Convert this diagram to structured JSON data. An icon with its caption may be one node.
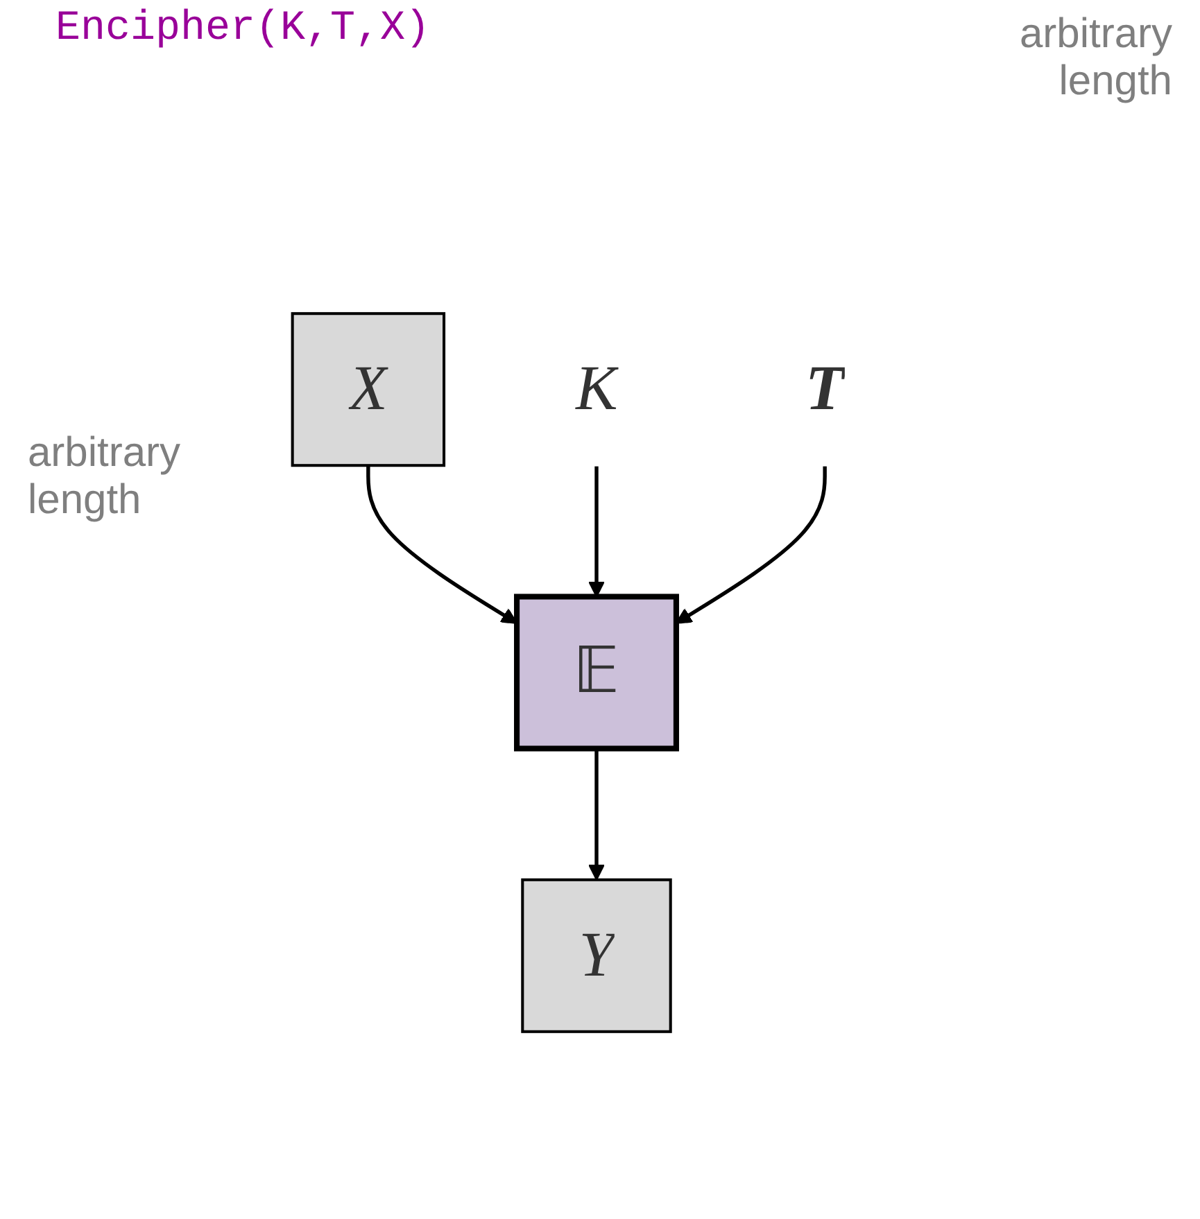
{
  "diagram": {
    "title": "Encipher(K,T,X)",
    "nodes": [
      {
        "text": [
          "X"
        ]
      },
      {
        "text": [
          "𝔼"
        ]
      },
      {
        "text": [
          "Y"
        ]
      },
      {
        "text": [
          "K"
        ]
      },
      {
        "text": [
          "T"
        ]
      }
    ],
    "edges": [
      {
        "from": 0,
        "to": 1,
        "arrow": "to"
      },
      {
        "from": 3,
        "to": 1,
        "arrow": "to"
      },
      {
        "from": 4,
        "to": 1,
        "arrow": "to"
      },
      {
        "from": 1,
        "to": 2,
        "arrow": "to"
      }
    ],
    "labels": [
      "arbitrary length",
      "arbitrary length"
    ]
  }
}
